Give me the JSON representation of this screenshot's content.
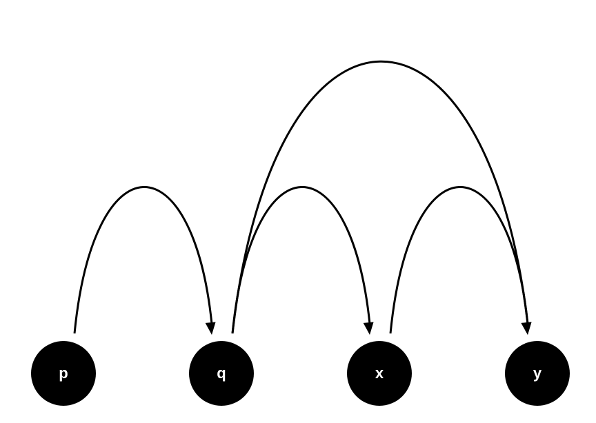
{
  "nodes": [
    {
      "id": "p",
      "label": "p"
    },
    {
      "id": "q",
      "label": "q"
    },
    {
      "id": "x",
      "label": "x"
    },
    {
      "id": "y",
      "label": "y"
    }
  ],
  "edges": [
    {
      "from": "p",
      "to": "q"
    },
    {
      "from": "q",
      "to": "x"
    },
    {
      "from": "q",
      "to": "y"
    },
    {
      "from": "x",
      "to": "y"
    }
  ],
  "colors": {
    "node": "#000000",
    "label": "#ffffff",
    "edge": "#000000",
    "background": "#ffffff"
  }
}
